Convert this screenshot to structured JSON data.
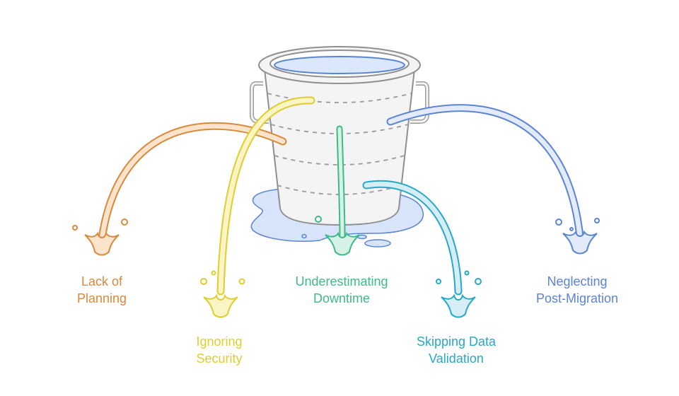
{
  "colors": {
    "planning": "#d9893a",
    "security": "#dfcd2f",
    "downtime": "#3fb98a",
    "validation": "#28a8c8",
    "postmigration": "#5a84d4",
    "bucket_outline": "#8f8f8f",
    "water": "#dbe7fb"
  },
  "icons": {
    "bucket": "bucket-icon",
    "splash": "splash-icon"
  },
  "leaks": [
    {
      "id": "planning",
      "line1": "Lack of",
      "line2": "Planning"
    },
    {
      "id": "security",
      "line1": "Ignoring",
      "line2": "Security"
    },
    {
      "id": "downtime",
      "line1": "Underestimating",
      "line2": "Downtime"
    },
    {
      "id": "validation",
      "line1": "Skipping Data",
      "line2": "Validation"
    },
    {
      "id": "postmigration",
      "line1": "Neglecting",
      "line2": "Post-Migration"
    }
  ]
}
